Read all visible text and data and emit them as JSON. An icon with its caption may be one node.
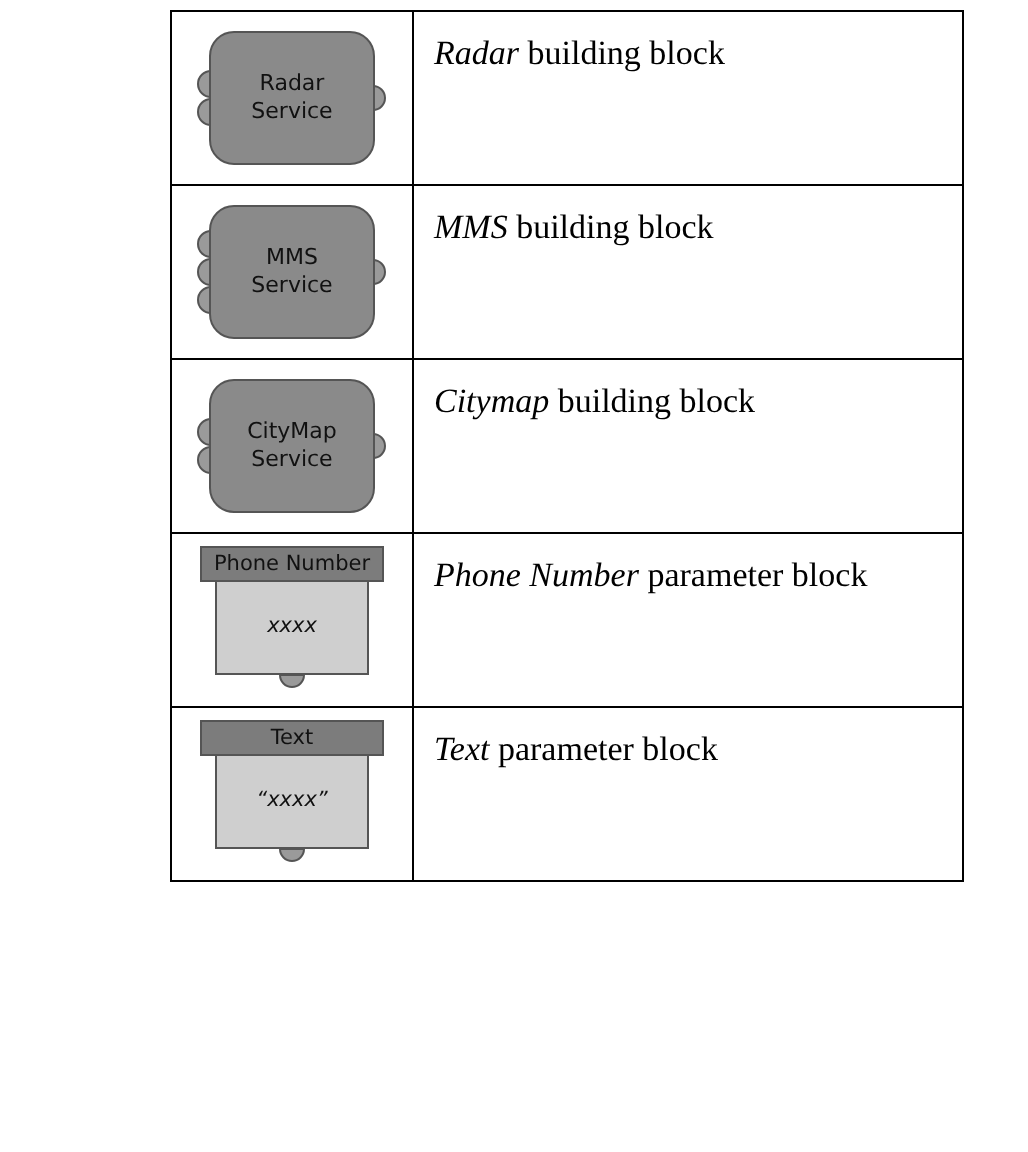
{
  "diagram": {
    "nodes": [
      {
        "text": [
          "Radar Service"
        ]
      },
      {
        "text": [
          "MMS Service"
        ]
      },
      {
        "text": [
          "CityMap Service"
        ]
      },
      {
        "text": [
          "Phone Number",
          "xxxx"
        ]
      },
      {
        "text": [
          "Text",
          "“xxxx”"
        ]
      }
    ],
    "edges": [],
    "labels": [
      "*Radar* building block",
      "*MMS* building block",
      "*Citymap* building block",
      "*Phone Number* parameter block",
      "*Text* parameter block"
    ]
  }
}
